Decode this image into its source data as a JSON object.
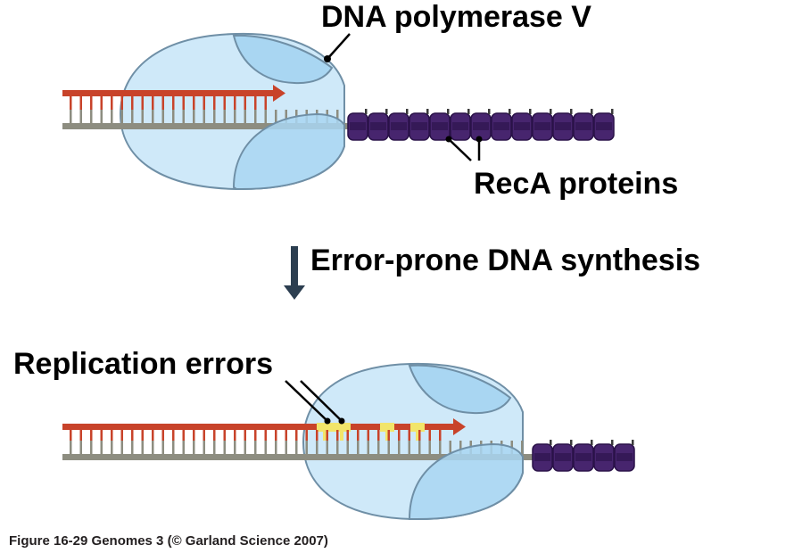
{
  "labels": {
    "polymerase": "DNA polymerase V",
    "reca": "RecA proteins",
    "process": "Error-prone DNA synthesis",
    "errors": "Replication errors"
  },
  "caption": "Figure 16-29  Genomes 3 (© Garland Science 2007)",
  "colors": {
    "new_strand": "#c8432a",
    "template_strand": "#8d8d80",
    "polymerase_body": "#cfe9f9",
    "polymerase_dark": "#a9d6f2",
    "polymerase_edge": "#6f8fa6",
    "reca": "#47256e",
    "reca_dark": "#2a1248",
    "error_base": "#f2e56a",
    "arrow": "#2c3e50"
  },
  "icons": {
    "process_arrow": "down-arrow-icon"
  }
}
